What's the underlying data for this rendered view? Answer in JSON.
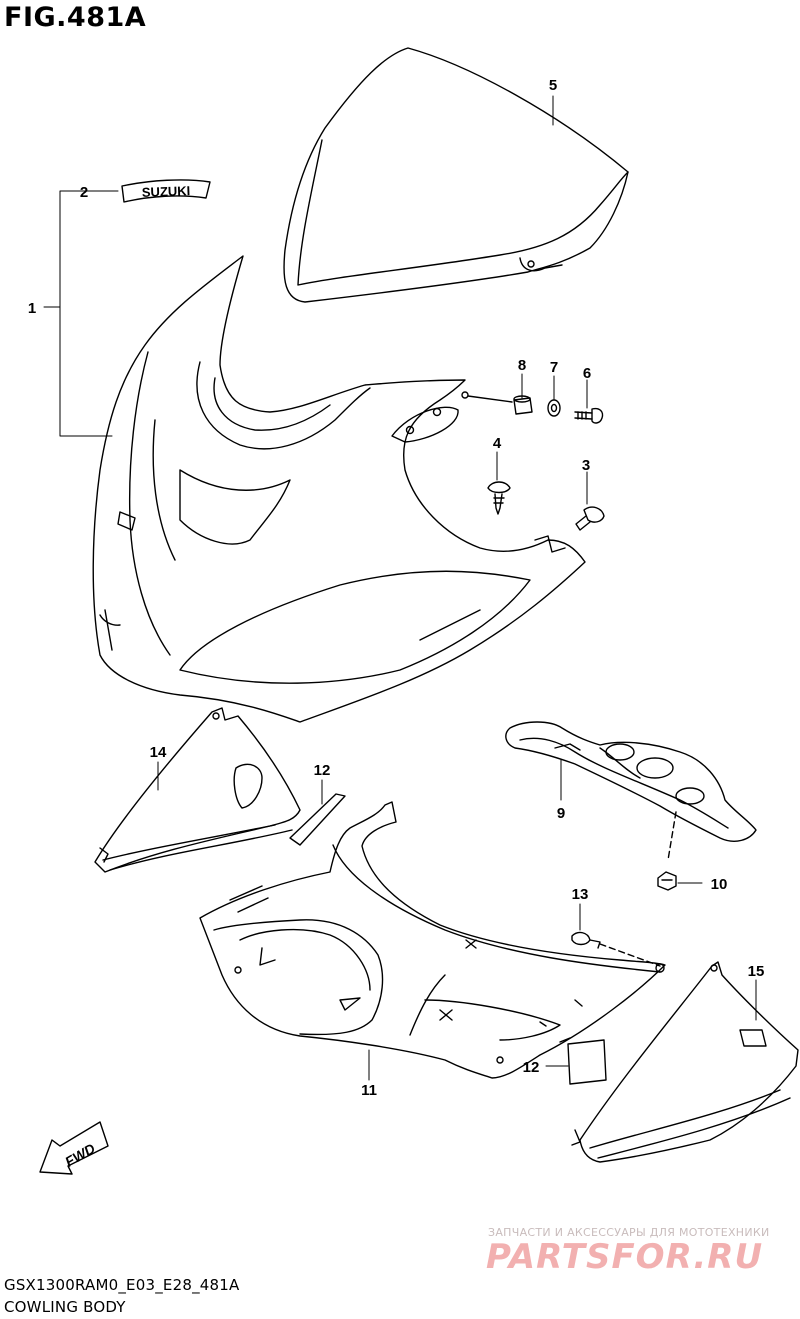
{
  "figure": {
    "title": "FIG.481A"
  },
  "footer": {
    "code": "GSX1300RAM0_E03_E28_481A",
    "caption": "COWLING BODY"
  },
  "emblem": {
    "text": "SUZUKI"
  },
  "direction_arrow": {
    "text": "FWD"
  },
  "watermark": {
    "subtitle": "ЗАПЧАСТИ И АКСЕССУАРЫ ДЛЯ МОТОТЕХНИКИ",
    "logo": "PARTSFOR.RU"
  },
  "callouts": [
    "1",
    "2",
    "3",
    "4",
    "5",
    "6",
    "7",
    "8",
    "9",
    "10",
    "11",
    "12",
    "13",
    "14",
    "15",
    "12"
  ]
}
